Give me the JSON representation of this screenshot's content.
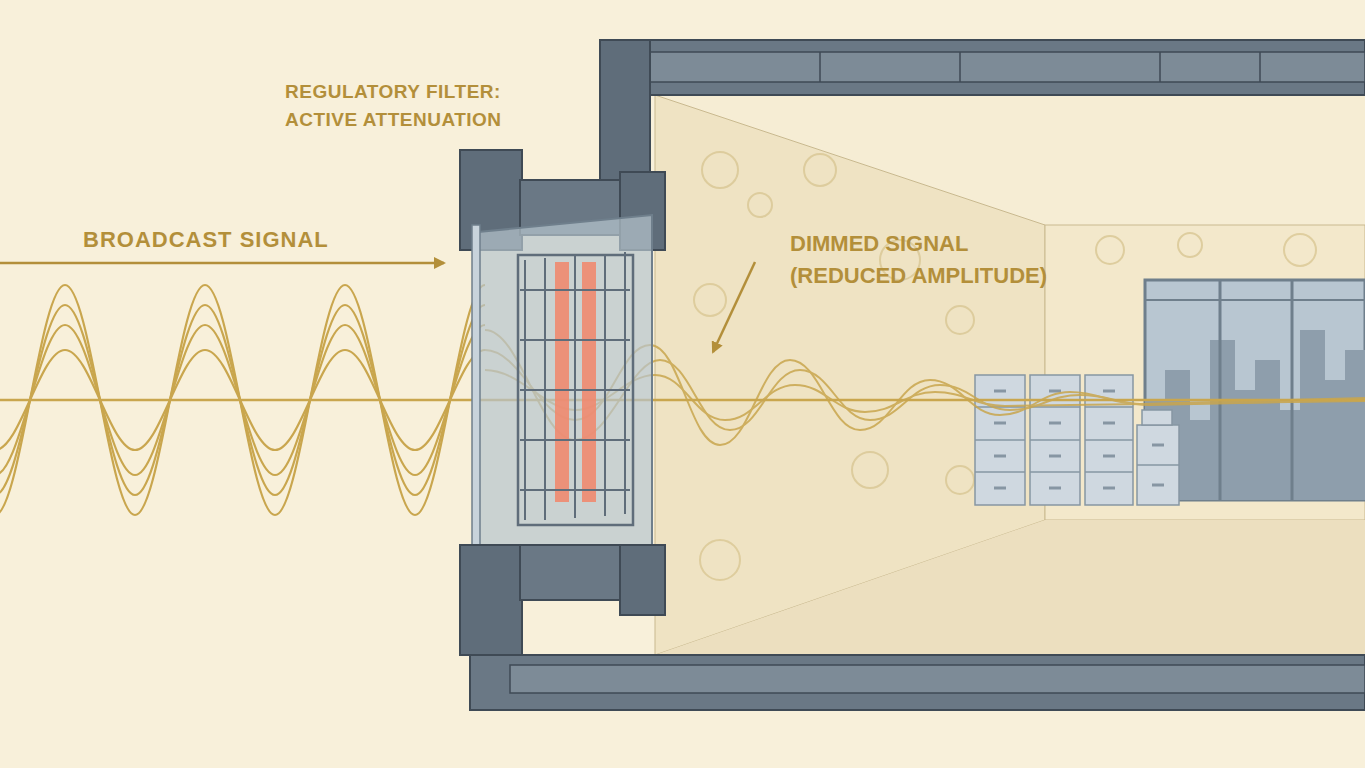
{
  "diagram": {
    "labels": [
      "REGULATORY FILTER: ACTIVE ATTENUATION",
      "BROADCAST SIGNAL",
      "DIMMED SIGNAL (REDUCED AMPLITUDE)"
    ]
  }
}
